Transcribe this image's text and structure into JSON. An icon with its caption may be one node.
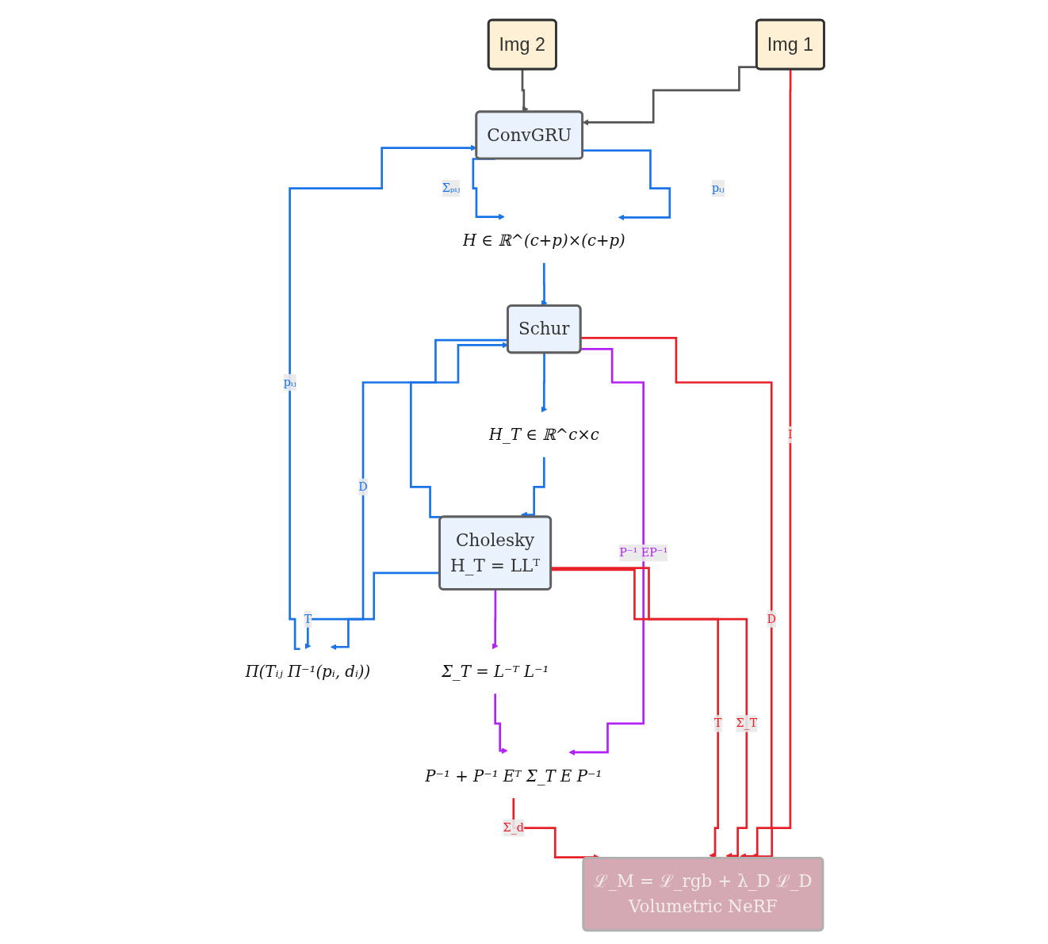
{
  "diagram": {
    "nodes": [
      {
        "text": [
          "Img 1"
        ]
      },
      {
        "text": [
          "Img 2"
        ]
      },
      {
        "text": [
          "ConvGRU"
        ]
      },
      {
        "text": [
          "ℒ_M = ℒ_rgb + λ_D ℒ_D",
          "Volumetric NeRF"
        ]
      },
      {
        "text": [
          "H ∈ ℝ^(c+p)×(c+p)"
        ]
      },
      {
        "text": [
          "Π(Tᵢⱼ Π⁻¹(pᵢ, dᵢ))"
        ]
      },
      {
        "text": [
          "Schur"
        ]
      },
      {
        "text": [
          "P⁻¹ + P⁻¹ Eᵀ Σ_T E P⁻¹"
        ]
      },
      {
        "text": [
          "H_T ∈ ℝ^c×c"
        ]
      },
      {
        "text": [
          "Σ_T = L⁻ᵀ L⁻¹"
        ]
      },
      {
        "text": [
          "Cholesky",
          "H_T = LLᵀ"
        ]
      }
    ],
    "edges": [
      {
        "from": 0,
        "to": 3,
        "arrow": "to",
        "label": "I",
        "color": "#e8202a"
      },
      {
        "from": 0,
        "to": 2,
        "arrow": "to",
        "color": "#555555"
      },
      {
        "from": 1,
        "to": 2,
        "arrow": "to",
        "color": "#555555"
      },
      {
        "from": 5,
        "to": 2,
        "arrow": "to",
        "label": "pᵢⱼ"
      },
      {
        "from": 2,
        "to": 4,
        "arrow": "to",
        "label": "pᵢⱼ"
      },
      {
        "from": 2,
        "to": 4,
        "arrow": "to",
        "label": "Σₚᵢⱼ"
      },
      {
        "from": 4,
        "to": 6,
        "arrow": "to"
      },
      {
        "from": 6,
        "to": 5,
        "arrow": "to",
        "label": "D"
      },
      {
        "from": 6,
        "to": 3,
        "arrow": "to",
        "label": "D",
        "color": "#e8202a"
      },
      {
        "from": 6,
        "to": 7,
        "arrow": "to",
        "label": "P⁻¹ EP⁻¹",
        "color": "#b222f5"
      },
      {
        "from": 6,
        "to": 8,
        "arrow": "to"
      },
      {
        "from": 8,
        "to": 10,
        "arrow": "to"
      },
      {
        "from": 10,
        "to": 5,
        "arrow": "to",
        "label": "T"
      },
      {
        "from": 10,
        "to": 6,
        "arrow": "to"
      },
      {
        "from": 10,
        "to": 9,
        "arrow": "to",
        "color": "#b222f5"
      },
      {
        "from": 10,
        "to": 3,
        "arrow": "to",
        "label": "Σ_T",
        "color": "#e8202a"
      },
      {
        "from": 10,
        "to": 3,
        "arrow": "to",
        "label": "T",
        "color": "#e8202a"
      },
      {
        "from": 9,
        "to": 7,
        "arrow": "to",
        "color": "#b222f5"
      },
      {
        "from": 7,
        "to": 3,
        "arrow": "to",
        "label": "Σ_d",
        "color": "#e8202a"
      }
    ]
  }
}
